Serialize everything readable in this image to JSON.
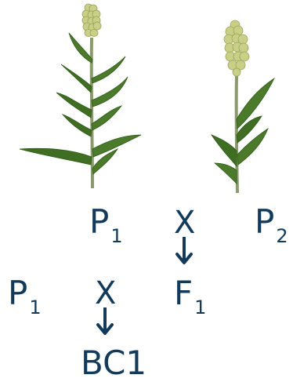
{
  "parents_row": {
    "left_label": "P",
    "left_sub": "1",
    "cross": "X",
    "right_label": "P",
    "right_sub": "2"
  },
  "backcross_row": {
    "left_label": "P",
    "left_sub": "1",
    "cross": "X",
    "right_label": "F",
    "right_sub": "1"
  },
  "result": {
    "label": "BC1"
  },
  "colors": {
    "text": "#123a5a",
    "leaf": "#4a7a2a",
    "leaf_dark": "#2f5a1a",
    "stem": "#8a9a6a",
    "grain": "#c9cf86"
  }
}
